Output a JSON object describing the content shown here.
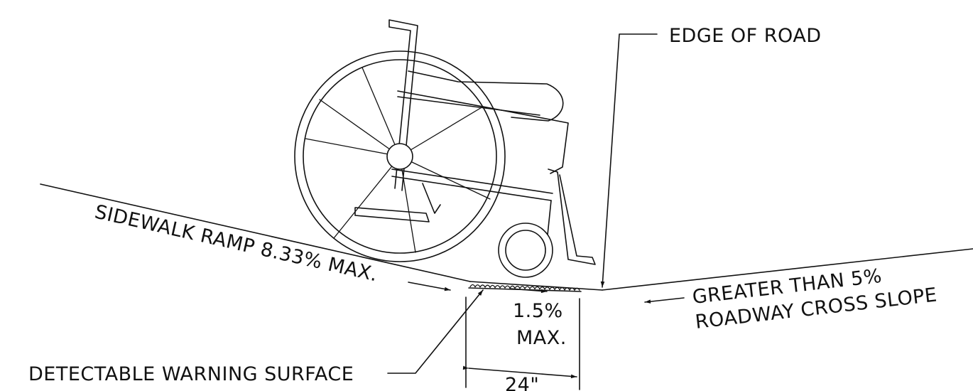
{
  "labels": {
    "edge_of_road": "EDGE OF ROAD",
    "sidewalk_ramp": "SIDEWALK RAMP 8.33% MAX.",
    "greater_than": "GREATER THAN 5%",
    "roadway_cross_slope": "ROADWAY CROSS SLOPE",
    "landing_slope_value": "1.5%",
    "landing_slope_max": "MAX.",
    "detectable_warning": "DETECTABLE WARNING SURFACE",
    "landing_width": "24\""
  },
  "icons": {
    "wheelchair": "wheelchair-icon"
  },
  "colors": {
    "line": "#111111",
    "background": "#ffffff"
  }
}
